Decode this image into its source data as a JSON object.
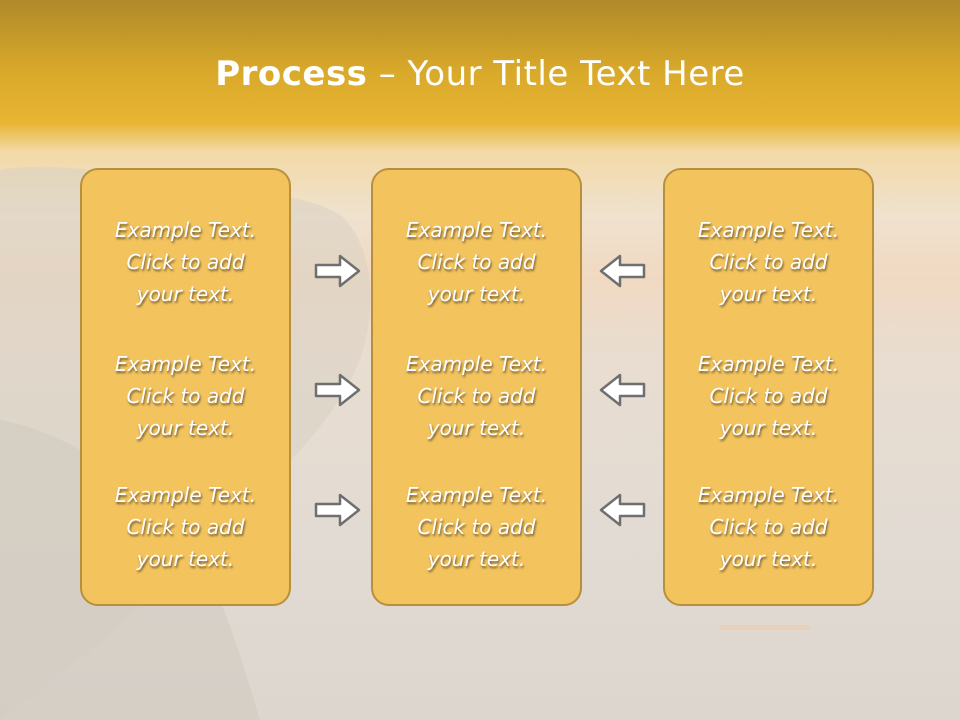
{
  "slide": {
    "title_bold": "Process",
    "title_rest": " – Your Title Text Here"
  },
  "columns": [
    {
      "items": [
        [
          "Example Text.",
          "Click  to add",
          "your text."
        ],
        [
          "Example Text.",
          "Click  to add",
          "your text."
        ],
        [
          "Example Text.",
          "Click  to add",
          "your text."
        ]
      ]
    },
    {
      "items": [
        [
          "Example Text.",
          "Click  to add",
          "your text."
        ],
        [
          "Example Text.",
          "Click  to add",
          "your text."
        ],
        [
          "Example Text.",
          "Click  to add",
          "your text."
        ]
      ]
    },
    {
      "items": [
        [
          "Example Text.",
          "Click  to add",
          "your text."
        ],
        [
          "Example Text.",
          "Click  to add",
          "your text."
        ],
        [
          "Example Text.",
          "Click  to add",
          "your text."
        ]
      ]
    }
  ],
  "arrows": {
    "left_column_icon": "arrow-right-icon",
    "right_column_icon": "arrow-left-icon"
  },
  "colors": {
    "box_fill": "#f3c35e",
    "box_border": "#b8903d",
    "title_band": "#e8b532",
    "arrow_stroke": "#6f6f6f"
  }
}
